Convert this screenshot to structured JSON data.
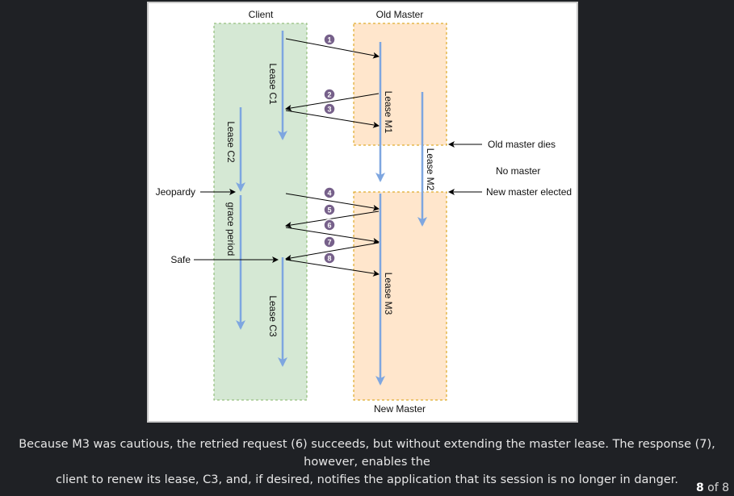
{
  "diagram": {
    "titles": {
      "client": "Client",
      "old_master": "Old Master",
      "new_master": "New Master"
    },
    "leases": {
      "c1": "Lease C1",
      "c2": "Lease C2",
      "c3": "Lease C3",
      "m1": "Lease M1",
      "m2": "Lease M2",
      "m3": "Lease M3",
      "grace": "grace period"
    },
    "events": {
      "jeopardy": "Jeopardy",
      "safe": "Safe",
      "old_master_dies": "Old master dies",
      "no_master": "No master",
      "new_master_elected": "New master elected"
    },
    "steps": [
      "1",
      "2",
      "3",
      "4",
      "5",
      "6",
      "7",
      "8"
    ],
    "colors": {
      "client_fill": "#d5e8d4",
      "client_border": "#82b366",
      "master_fill": "#ffe6cc",
      "master_border": "#d79b00",
      "lease_arrow": "#7ea6e0",
      "step_badge": "#76608a"
    }
  },
  "caption": {
    "line1": "Because M3 was cautious, the retried request (6) succeeds, but without extending the master lease. The response (7), however, enables the",
    "line2": "client to renew its lease, C3, and, if desired, notifies the application that its session is no longer in danger."
  },
  "pager": {
    "current": "8",
    "of_text": "of 8"
  }
}
